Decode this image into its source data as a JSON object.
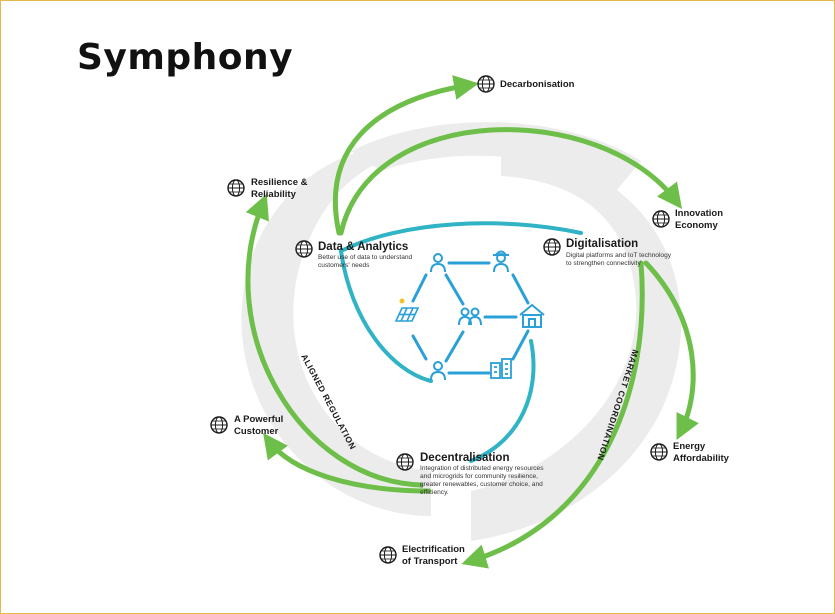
{
  "title": "Symphony",
  "colors": {
    "green": "#6ebe4a",
    "teal": "#2fb3c5",
    "blue": "#2a9fd8",
    "grey": "#ececec",
    "text": "#1a1a1a"
  },
  "goals": [
    {
      "lines": [
        "Decarbonisation"
      ]
    },
    {
      "lines": [
        "Innovation",
        "Economy"
      ]
    },
    {
      "lines": [
        "Energy",
        "Affordability"
      ]
    },
    {
      "lines": [
        "Electrification",
        "of Transport"
      ]
    },
    {
      "lines": [
        "A Powerful",
        "Customer"
      ]
    },
    {
      "lines": [
        "Resilience &",
        "Reliability"
      ]
    }
  ],
  "pillars": [
    {
      "title": "Data & Analytics",
      "desc": [
        "Better use of data to understand",
        "customers' needs"
      ]
    },
    {
      "title": "Digitalisation",
      "desc": [
        "Digital platforms and IoT technology",
        "to strengthen connectivity"
      ]
    },
    {
      "title": "Decentralisation",
      "desc": [
        "Integration of distributed energy resources",
        "and microgrids for community resilience,",
        "greater renewables, customer choice, and",
        "efficiency."
      ]
    }
  ],
  "bands": {
    "left": "ALIGNED REGULATION",
    "right": "MARKET COORDINATION"
  },
  "network_icons": [
    "person-icon",
    "farmer-icon",
    "house-icon",
    "buildings-icon",
    "person-icon",
    "solar-panel-icon",
    "community-icon"
  ]
}
